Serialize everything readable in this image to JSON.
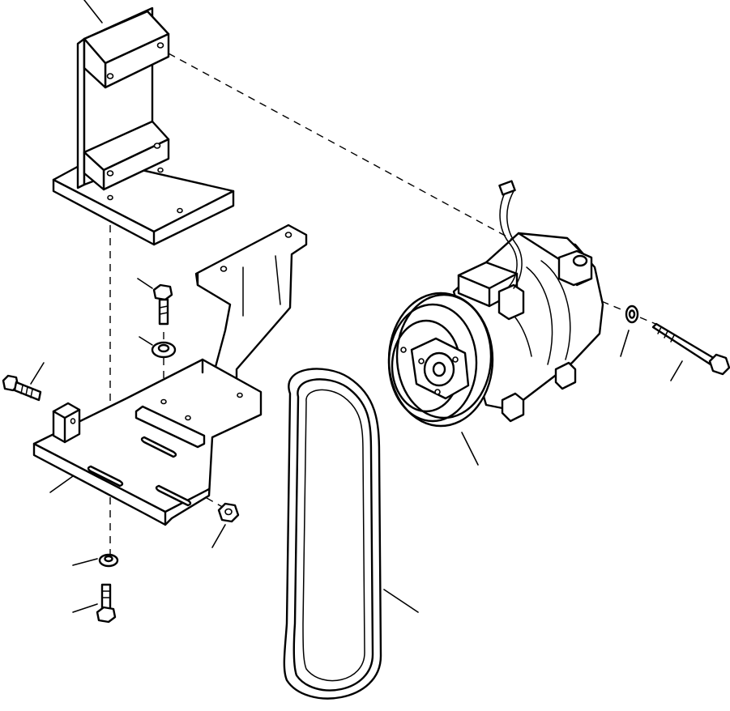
{
  "diagram": {
    "parts": [
      {
        "id": "upper-bracket",
        "name": "upper-mounting-bracket"
      },
      {
        "id": "lower-bracket",
        "name": "lower-mounting-bracket"
      },
      {
        "id": "compressor",
        "name": "ac-compressor"
      },
      {
        "id": "belt",
        "name": "v-belt"
      },
      {
        "id": "bolt-top",
        "name": "hex-bolt"
      },
      {
        "id": "washer-top",
        "name": "washer"
      },
      {
        "id": "bolt-left",
        "name": "long-bolt"
      },
      {
        "id": "spacer",
        "name": "spacer-block"
      },
      {
        "id": "nut",
        "name": "hex-nut"
      },
      {
        "id": "washer-bottom",
        "name": "washer"
      },
      {
        "id": "bolt-bottom",
        "name": "hex-bolt"
      },
      {
        "id": "washer-right",
        "name": "washer"
      },
      {
        "id": "bolt-right",
        "name": "long-bolt"
      }
    ],
    "leader_count": 12
  }
}
